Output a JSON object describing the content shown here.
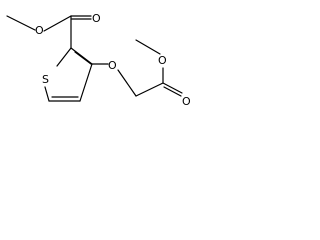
{
  "molecule": {
    "atoms": {
      "ester_oxygen_top_left": "O",
      "carbonyl_oxygen_top_right": "O",
      "ether_oxygen_middle": "O",
      "ester_oxygen_right_top": "O",
      "carbonyl_oxygen_right_bottom": "O",
      "ring_sulfur": "S"
    },
    "colors": {
      "bond": "#000000",
      "background": "#ffffff"
    }
  }
}
